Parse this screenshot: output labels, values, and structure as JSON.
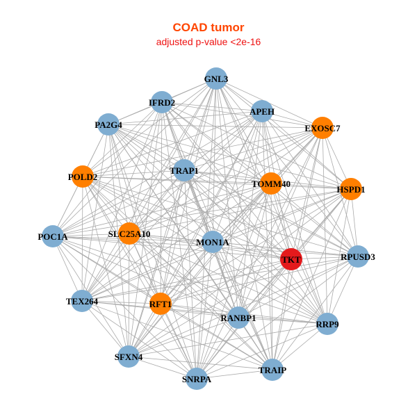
{
  "title": "COAD tumor",
  "subtitle": "adjusted p-value <2e-16",
  "colors": {
    "blue": "#7fadd1",
    "orange": "#ff7f00",
    "red": "#e41a1c",
    "edge": "#aaaaaa"
  },
  "nodes": [
    {
      "id": "GNL3",
      "group": "blue"
    },
    {
      "id": "IFRD2",
      "group": "blue"
    },
    {
      "id": "APEH",
      "group": "blue"
    },
    {
      "id": "PA2G4",
      "group": "blue"
    },
    {
      "id": "EXOSC7",
      "group": "orange"
    },
    {
      "id": "TRAP1",
      "group": "blue"
    },
    {
      "id": "POLD2",
      "group": "orange"
    },
    {
      "id": "TOMM40",
      "group": "orange"
    },
    {
      "id": "HSPD1",
      "group": "orange"
    },
    {
      "id": "SLC25A10",
      "group": "orange"
    },
    {
      "id": "POC1A",
      "group": "blue"
    },
    {
      "id": "MON1A",
      "group": "blue"
    },
    {
      "id": "TKT",
      "group": "red"
    },
    {
      "id": "RPUSD3",
      "group": "blue"
    },
    {
      "id": "TEX264",
      "group": "blue"
    },
    {
      "id": "RFT1",
      "group": "orange"
    },
    {
      "id": "RANBP1",
      "group": "blue"
    },
    {
      "id": "RRP9",
      "group": "blue"
    },
    {
      "id": "SFXN4",
      "group": "blue"
    },
    {
      "id": "SNRPA",
      "group": "blue"
    },
    {
      "id": "TRAIP",
      "group": "blue"
    }
  ]
}
